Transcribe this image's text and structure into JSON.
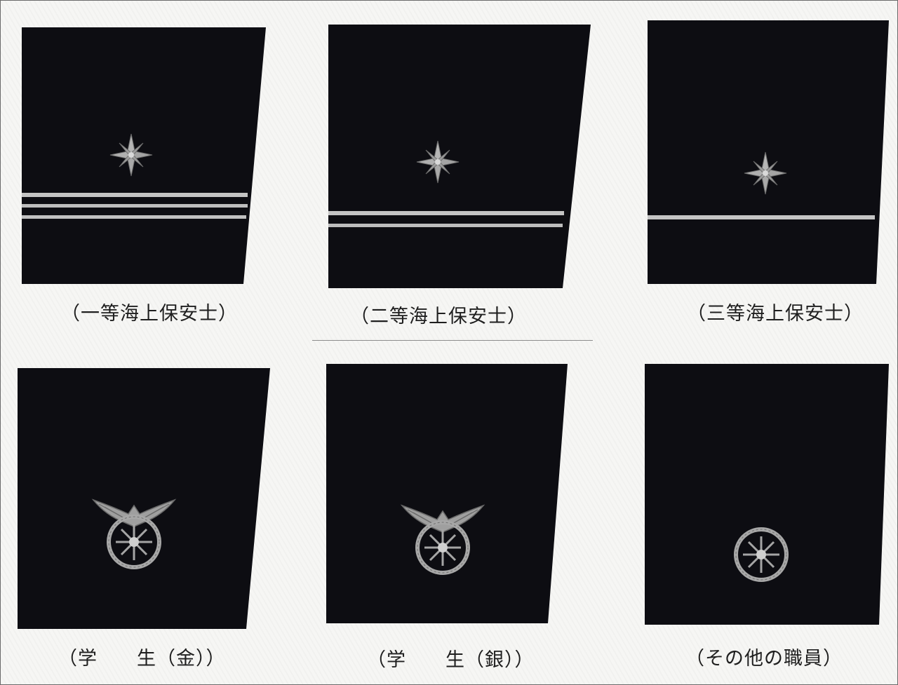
{
  "insignia": [
    {
      "caption": "（一等海上保安士）",
      "stripes": 3,
      "emblem": "compass-star-badge"
    },
    {
      "caption": "（二等海上保安士）",
      "stripes": 2,
      "emblem": "compass-star-badge"
    },
    {
      "caption": "（三等海上保安士）",
      "stripes": 1,
      "emblem": "compass-star-badge"
    },
    {
      "caption": "（学　　生（金））",
      "stripes": 0,
      "emblem": "eagle-compass-emblem"
    },
    {
      "caption": "（学　　生（銀））",
      "stripes": 0,
      "emblem": "eagle-compass-emblem"
    },
    {
      "caption": "（その他の職員）",
      "stripes": 0,
      "emblem": "compass-wreath-emblem"
    }
  ],
  "colors": {
    "cloth": "#0d0d12",
    "braid": "#bfbfbf",
    "badge": "#a8a8a8",
    "caption": "#1f1f1f"
  }
}
